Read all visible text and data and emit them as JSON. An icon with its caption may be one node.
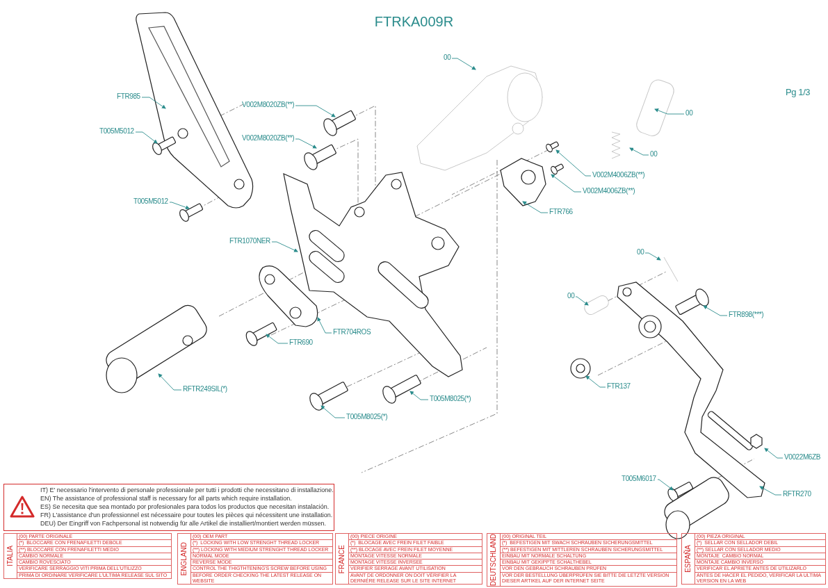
{
  "diagram": {
    "title": "FTRKA009R",
    "nodes": [
      {
        "text": [
          "FTR985"
        ]
      },
      {
        "text": [
          "T005M5012"
        ]
      },
      {
        "text": [
          "T005M5012"
        ]
      },
      {
        "text": [
          "V002M8020ZB(**)"
        ]
      },
      {
        "text": [
          "V002M8020ZB(**)"
        ]
      },
      {
        "text": [
          "00"
        ]
      },
      {
        "text": [
          "00"
        ]
      },
      {
        "text": [
          "00"
        ]
      },
      {
        "text": [
          "V002M4006ZB(**)"
        ]
      },
      {
        "text": [
          "V002M4006ZB(**)"
        ]
      },
      {
        "text": [
          "FTR766"
        ]
      },
      {
        "text": [
          "FTR1070NER"
        ]
      },
      {
        "text": [
          "FTR704ROS"
        ]
      },
      {
        "text": [
          "FTR690"
        ]
      },
      {
        "text": [
          "RFTR249SIL(*)"
        ]
      },
      {
        "text": [
          "T005M8025(*)"
        ]
      },
      {
        "text": [
          "T005M8025(*)"
        ]
      },
      {
        "text": [
          "00"
        ]
      },
      {
        "text": [
          "00"
        ]
      },
      {
        "text": [
          "FTR898(***)"
        ]
      },
      {
        "text": [
          "FTR137"
        ]
      },
      {
        "text": [
          "V0022M6ZB"
        ]
      },
      {
        "text": [
          "T005M6017"
        ]
      },
      {
        "text": [
          "RFTR270"
        ]
      }
    ],
    "edges": [
      {
        "from": 0,
        "to": null,
        "arrow": "to"
      },
      {
        "from": 1,
        "to": null,
        "arrow": "to"
      },
      {
        "from": 2,
        "to": null,
        "arrow": "to"
      },
      {
        "from": 3,
        "to": null,
        "arrow": "to"
      },
      {
        "from": 4,
        "to": null,
        "arrow": "to"
      },
      {
        "from": 5,
        "to": null,
        "arrow": "to"
      },
      {
        "from": 6,
        "to": null,
        "arrow": "to"
      },
      {
        "from": 7,
        "to": null,
        "arrow": "to"
      },
      {
        "from": 8,
        "to": null,
        "arrow": "to"
      },
      {
        "from": 9,
        "to": null,
        "arrow": "to"
      },
      {
        "from": 10,
        "to": null,
        "arrow": "to"
      },
      {
        "from": 11,
        "to": null,
        "arrow": "to"
      },
      {
        "from": 12,
        "to": null,
        "arrow": "to"
      },
      {
        "from": 13,
        "to": null,
        "arrow": "to"
      },
      {
        "from": 14,
        "to": null,
        "arrow": "to"
      },
      {
        "from": 15,
        "to": null,
        "arrow": "to"
      },
      {
        "from": 16,
        "to": null,
        "arrow": "to"
      },
      {
        "from": 17,
        "to": null,
        "arrow": "to"
      },
      {
        "from": 18,
        "to": null,
        "arrow": "to"
      },
      {
        "from": 19,
        "to": null,
        "arrow": "to"
      },
      {
        "from": 20,
        "to": null,
        "arrow": "to"
      },
      {
        "from": 21,
        "to": null,
        "arrow": "to"
      },
      {
        "from": 22,
        "to": null,
        "arrow": "to"
      },
      {
        "from": 23,
        "to": null,
        "arrow": "to"
      }
    ],
    "labels": [
      "Pg 1/3",
      "IT) E' necessario l'intervento di personale professionale per tutti i prodotti che necessitano di installazione.",
      "EN) The assistance of professional staff is necessary for all parts which require installation.",
      "ES) Se necesita que sea montado por profesionales para todos los productos que necesitan instalación.",
      "FR) L'assistance d'un professionnel est nécessaire pour toutes les pièces qui nécessitent une installation.",
      "DEU) Der Eingriff von Fachpersonal ist notwendig  für alle Artikel die installiert/montiert werden müssen.",
      "ITALIA",
      "(00) PARTE ORIGINALE",
      "(*)  BLOCCARE CON FRENAFILETTI DEBOLE",
      "(**) BLOCCARE CON FRENAFILETTI MEDIO",
      "CAMBIO NORMALE",
      "CAMBIO ROVESCIATO",
      "VERIFICARE SERRAGGIO VITI PRIMA DELL'UTILIZZO",
      "PRIMA DI ORDINARE VERIFICARE L'ULTIMA RELEASE SUL SITO",
      "ENGLAND",
      "(00) OEM PART",
      "(*)  LOCKING WITH LOW STRENGHT THREAD LOCKER",
      "(**) LOCKING WITH MEDIUM STRENGHT THREAD LOCKER",
      "NORMAL MODE",
      "REVERSE MODE",
      "CONTROL THE THIGTHTENING'S SCREW BEFORE USING",
      "BEFORE ORDER CHECKING THE LATEST RELEASE ON WEBSITE",
      "FRANCE",
      "(00) PIECE ORIGINE",
      "(*)  BLOCAGE AVEC FREIN FILET FAIBLE",
      "(**) BLOCAGE AVEC FREIN FILET MOYENNE",
      "MONTAGE VITESSE NORMALE",
      "MONTAGE VITESSE INVERSEE",
      "VERIFIER SERRAGE AVANT UTILISATION",
      "AVANT DE ORDONNER ON DOIT VÉRIFIER LA DERNIÉRE RELEASE SUR LE SITE INTERNET",
      "DEUTSCHLAND",
      "(00) ORIGINAL TEIL",
      "(*)  BEFESTIGEN MIT SWACH SCHRAUBEN SICHERUNGSMITTEL",
      "(**) BEFESTIGEN MIT MITTLEREN SCHRAUBEN SICHERUNGSMITTEL",
      "EINBAU MIT NORMALE SCHALTUNG",
      "EINBAU MIT GEKIPPTE SCHALTHEBEL",
      "VOR DEN GEBRAUCH SCHRAUBEN PRÜFEN",
      "VOR DER BESTELLUNG ÜBERPRÜFEN SIE BITTE DIE LETZTE VERSION DIESER ARTIKEL AUF DER INTERNET SEITE",
      "ESPAÑA",
      "(00) PIEZA ORIGINAL",
      "(*)  SELLAR CON SELLADOR DEBIL",
      "(**) SELLAR CON SELLADOR MEDIO",
      "MONTAJE  CAMBIO NORMAL",
      "MONTAJE CAMBIO INVERSO",
      "VERIFICAR EL APRIETE ANTES DE UTILIZARLO",
      "ANTES DE HACER EL PEDIDO, VERIFICAR LA ULTIMA VERSION EN LA WEB"
    ]
  }
}
